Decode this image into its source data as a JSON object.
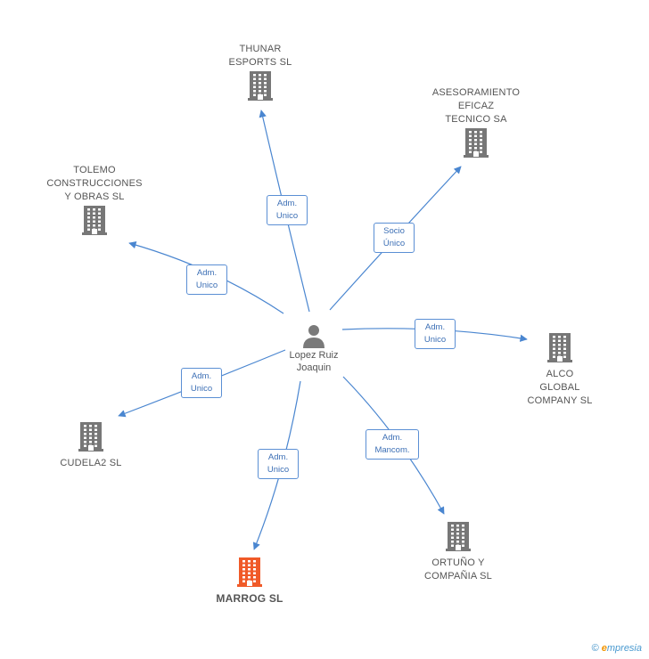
{
  "center": {
    "name": "Lopez Ruiz\nJoaquin",
    "icon": "person-icon"
  },
  "nodes": [
    {
      "id": "thunar",
      "name": "THUNAR\nESPORTS SL",
      "icon": "building-icon",
      "color": "#777777"
    },
    {
      "id": "asesoramiento",
      "name": "ASESORAMIENTO\nEFICAZ\nTECNICO SA",
      "icon": "building-icon",
      "color": "#777777"
    },
    {
      "id": "tolemo",
      "name": "TOLEMO\nCONSTRUCCIONES\nY OBRAS SL",
      "icon": "building-icon",
      "color": "#777777"
    },
    {
      "id": "alco",
      "name": "ALCO\nGLOBAL\nCOMPANY SL",
      "icon": "building-icon",
      "color": "#777777"
    },
    {
      "id": "cudela2",
      "name": "CUDELA2 SL",
      "icon": "building-icon",
      "color": "#777777"
    },
    {
      "id": "marrog",
      "name": "MARROG SL",
      "icon": "building-icon",
      "color": "#f05a28"
    },
    {
      "id": "ortuno",
      "name": "ORTUÑO Y\nCOMPAÑIA SL",
      "icon": "building-icon",
      "color": "#777777"
    }
  ],
  "edges": [
    {
      "to": "thunar",
      "label": "Adm.\nUnico"
    },
    {
      "to": "asesoramiento",
      "label": "Socio\nÚnico"
    },
    {
      "to": "tolemo",
      "label": "Adm.\nUnico"
    },
    {
      "to": "alco",
      "label": "Adm.\nUnico"
    },
    {
      "to": "cudela2",
      "label": "Adm.\nUnico"
    },
    {
      "to": "marrog",
      "label": "Adm.\nUnico"
    },
    {
      "to": "ortuno",
      "label": "Adm.\nMancom."
    }
  ],
  "footer": {
    "copyright": "©",
    "brand_initial": "e",
    "brand_rest": "mpresia"
  },
  "colors": {
    "edge": "#4a86d0",
    "label_border": "#5b8fd4"
  }
}
